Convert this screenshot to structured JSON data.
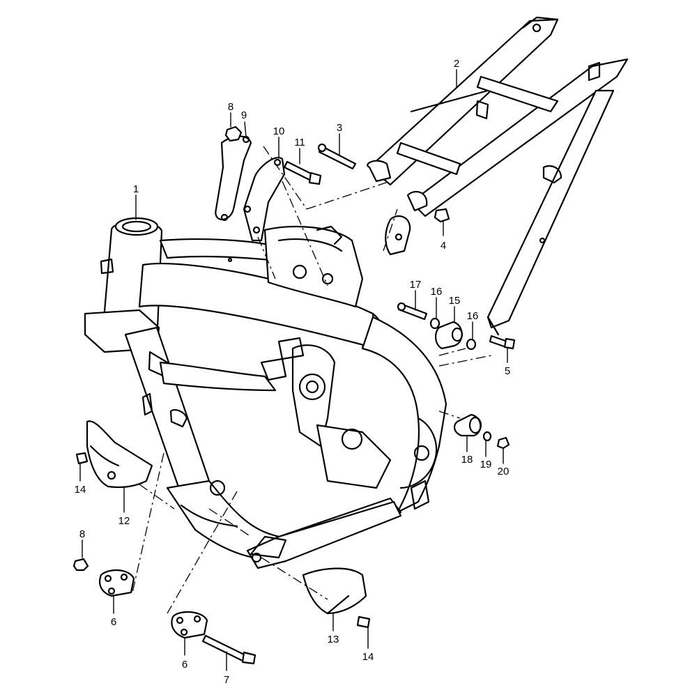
{
  "callouts": [
    {
      "label": "1"
    },
    {
      "label": "2"
    },
    {
      "label": "3"
    },
    {
      "label": "4"
    },
    {
      "label": "5"
    },
    {
      "label": "6"
    },
    {
      "label": "6"
    },
    {
      "label": "7"
    },
    {
      "label": "8"
    },
    {
      "label": "8"
    },
    {
      "label": "9"
    },
    {
      "label": "10"
    },
    {
      "label": "11"
    },
    {
      "label": "12"
    },
    {
      "label": "13"
    },
    {
      "label": "14"
    },
    {
      "label": "14"
    },
    {
      "label": "15"
    },
    {
      "label": "16"
    },
    {
      "label": "16"
    },
    {
      "label": "17"
    },
    {
      "label": "18"
    },
    {
      "label": "19"
    },
    {
      "label": "20"
    }
  ]
}
